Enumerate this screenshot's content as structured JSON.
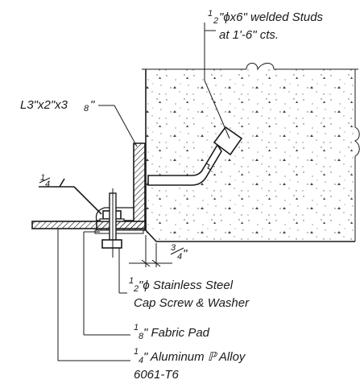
{
  "labels": {
    "studs": {
      "frac_num": "1",
      "frac_den": "2",
      "line1": "\"ϕx6\" welded Studs",
      "line2": "at 1'-6\" cts."
    },
    "angle": {
      "main": "L3\"x2\"x3",
      "frac_den": "8",
      "tail": "\""
    },
    "weld": {
      "frac_num": "1",
      "frac_den": "4"
    },
    "dimension": {
      "frac_num": "3",
      "frac_den": "4",
      "tail": "\""
    },
    "screw": {
      "frac_num": "1",
      "frac_den": "2",
      "line1": "\"ϕ Stainless Steel",
      "line2": "Cap Screw & Washer"
    },
    "pad": {
      "frac_num": "1",
      "frac_den": "8",
      "line1": "\" Fabric Pad"
    },
    "plate": {
      "frac_num": "1",
      "frac_den": "4",
      "line1": "\" Aluminum ℙ Alloy",
      "line2": "6061-T6"
    }
  },
  "colors": {
    "ink": "#1a1a1a",
    "background": "#ffffff"
  }
}
